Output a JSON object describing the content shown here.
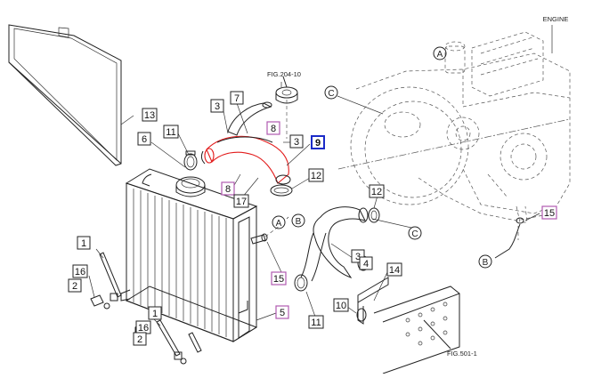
{
  "title_engine": "ENGINE",
  "refs": {
    "fig204": "FIG.204-10",
    "fig501": "FIG.501-1"
  },
  "colors": {
    "line": "#222222",
    "pink_box": "#b05ab0",
    "highlight_box": "#1b2bc8",
    "hose_highlight": "#e21b1b"
  },
  "callouts": [
    {
      "id": "c13",
      "label": "13",
      "style": "plain"
    },
    {
      "id": "c7",
      "label": "7",
      "style": "plain"
    },
    {
      "id": "c3a",
      "label": "3",
      "style": "plain"
    },
    {
      "id": "c6",
      "label": "6",
      "style": "plain"
    },
    {
      "id": "c11a",
      "label": "11",
      "style": "plain"
    },
    {
      "id": "c8a",
      "label": "8",
      "style": "pink"
    },
    {
      "id": "c3b",
      "label": "3",
      "style": "plain"
    },
    {
      "id": "c9",
      "label": "9",
      "style": "blue"
    },
    {
      "id": "c8b",
      "label": "8",
      "style": "pink"
    },
    {
      "id": "c17",
      "label": "17",
      "style": "plain"
    },
    {
      "id": "c12a",
      "label": "12",
      "style": "plain"
    },
    {
      "id": "c12b",
      "label": "12",
      "style": "plain"
    },
    {
      "id": "c15a",
      "label": "15",
      "style": "pink"
    },
    {
      "id": "c1a",
      "label": "1",
      "style": "plain"
    },
    {
      "id": "c16a",
      "label": "16",
      "style": "plain"
    },
    {
      "id": "c2a",
      "label": "2",
      "style": "plain"
    },
    {
      "id": "c15b",
      "label": "15",
      "style": "pink"
    },
    {
      "id": "c3c",
      "label": "3",
      "style": "plain"
    },
    {
      "id": "c4",
      "label": "4",
      "style": "plain"
    },
    {
      "id": "c14",
      "label": "14",
      "style": "plain"
    },
    {
      "id": "c10",
      "label": "10",
      "style": "plain"
    },
    {
      "id": "c11b",
      "label": "11",
      "style": "plain"
    },
    {
      "id": "c5",
      "label": "5",
      "style": "pink"
    },
    {
      "id": "c1b",
      "label": "1",
      "style": "plain"
    },
    {
      "id": "c16b",
      "label": "16",
      "style": "plain"
    },
    {
      "id": "c2b",
      "label": "2",
      "style": "plain"
    }
  ],
  "connectors": [
    {
      "id": "kA1",
      "label": "A"
    },
    {
      "id": "kC1",
      "label": "C"
    },
    {
      "id": "kA2",
      "label": "A"
    },
    {
      "id": "kB1",
      "label": "B"
    },
    {
      "id": "kC2",
      "label": "C"
    },
    {
      "id": "kB2",
      "label": "B"
    }
  ]
}
